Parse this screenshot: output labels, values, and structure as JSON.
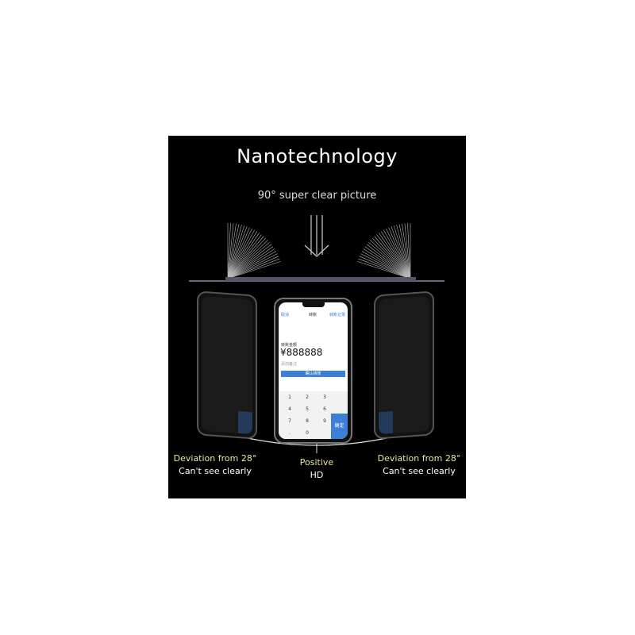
{
  "title": "Nanotechnology",
  "subtitle": "90° super clear picture",
  "left": {
    "line1": "Deviation from 28°",
    "line2": "Can't see clearly"
  },
  "center": {
    "line1": "Positive",
    "line2": "HD"
  },
  "right": {
    "line1": "Deviation from 28°",
    "line2": "Can't see clearly"
  },
  "phone": {
    "cancel": "取消",
    "header": "转账",
    "records": "转账记录",
    "amount_label": "转账金额",
    "amount": "¥888888",
    "note": "添加备注",
    "confirm": "确认转账",
    "ok": "确定",
    "keys": [
      "1",
      "2",
      "3",
      "4",
      "5",
      "6",
      "7",
      "8",
      "9",
      ".",
      "0"
    ]
  },
  "colors": {
    "accent": "#3b7fd6",
    "highlight": "#e8e6a0"
  }
}
